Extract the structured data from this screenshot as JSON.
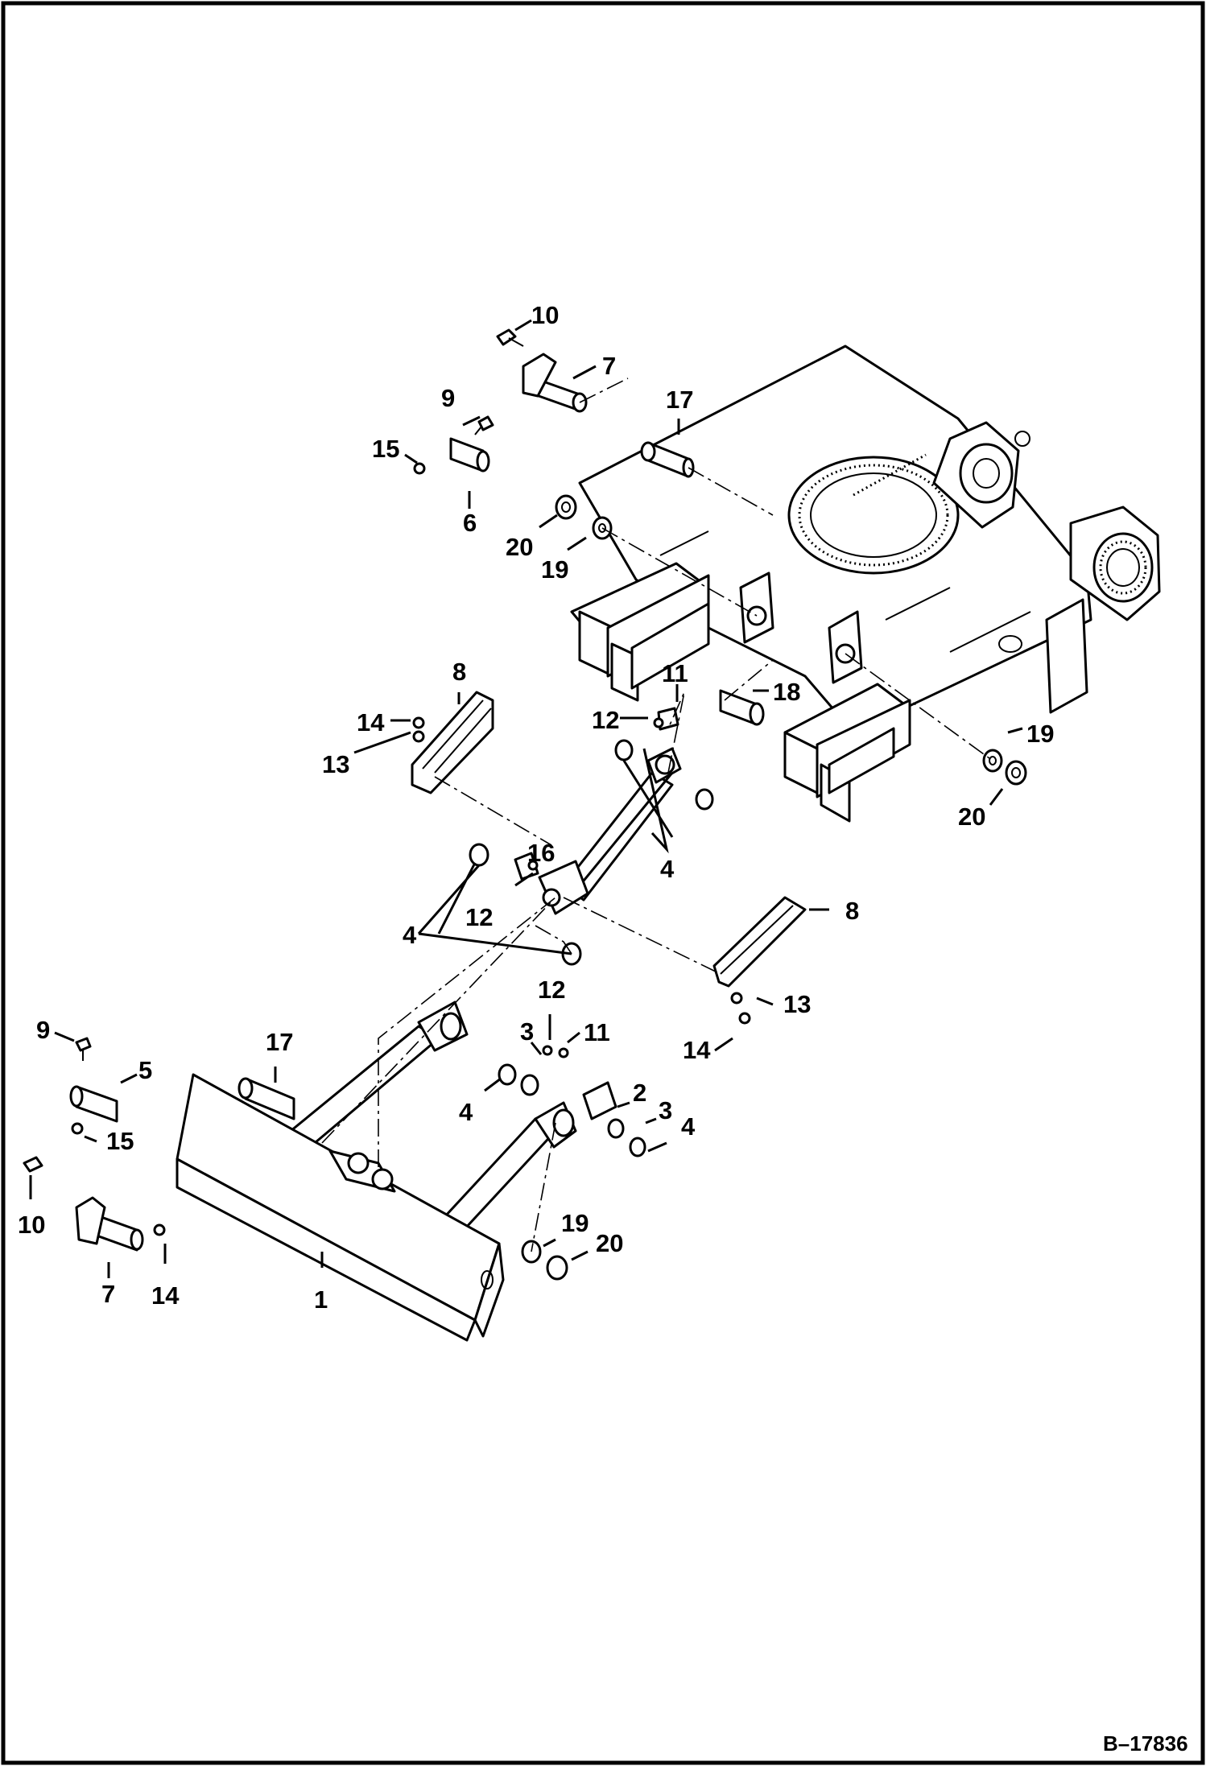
{
  "figure": {
    "id_label": "B–17836",
    "callouts": [
      {
        "key": "c-10-top",
        "text": "10"
      },
      {
        "key": "c-7-top",
        "text": "7"
      },
      {
        "key": "c-9-top",
        "text": "9"
      },
      {
        "key": "c-17-top",
        "text": "17"
      },
      {
        "key": "c-15-top",
        "text": "15"
      },
      {
        "key": "c-6",
        "text": "6"
      },
      {
        "key": "c-20-top",
        "text": "20"
      },
      {
        "key": "c-19-top",
        "text": "19"
      },
      {
        "key": "c-8-left",
        "text": "8"
      },
      {
        "key": "c-11-top",
        "text": "11"
      },
      {
        "key": "c-14-top",
        "text": "14"
      },
      {
        "key": "c-12-top",
        "text": "12"
      },
      {
        "key": "c-18",
        "text": "18"
      },
      {
        "key": "c-13-top",
        "text": "13"
      },
      {
        "key": "c-19-right",
        "text": "19"
      },
      {
        "key": "c-20-right",
        "text": "20"
      },
      {
        "key": "c-16",
        "text": "16"
      },
      {
        "key": "c-4-mid",
        "text": "4"
      },
      {
        "key": "c-12-mid",
        "text": "12"
      },
      {
        "key": "c-8-right",
        "text": "8"
      },
      {
        "key": "c-4-left",
        "text": "4"
      },
      {
        "key": "c-13-right",
        "text": "13"
      },
      {
        "key": "c-12-low",
        "text": "12"
      },
      {
        "key": "c-9-low",
        "text": "9"
      },
      {
        "key": "c-3-a",
        "text": "3"
      },
      {
        "key": "c-11-low",
        "text": "11"
      },
      {
        "key": "c-14-right",
        "text": "14"
      },
      {
        "key": "c-17-low",
        "text": "17"
      },
      {
        "key": "c-5",
        "text": "5"
      },
      {
        "key": "c-2",
        "text": "2"
      },
      {
        "key": "c-4-low-left",
        "text": "4"
      },
      {
        "key": "c-3-b",
        "text": "3"
      },
      {
        "key": "c-4-low-right",
        "text": "4"
      },
      {
        "key": "c-15-low",
        "text": "15"
      },
      {
        "key": "c-19-low",
        "text": "19"
      },
      {
        "key": "c-20-low",
        "text": "20"
      },
      {
        "key": "c-10-low",
        "text": "10"
      },
      {
        "key": "c-1",
        "text": "1"
      },
      {
        "key": "c-7-low",
        "text": "7"
      },
      {
        "key": "c-14-low",
        "text": "14"
      }
    ]
  }
}
